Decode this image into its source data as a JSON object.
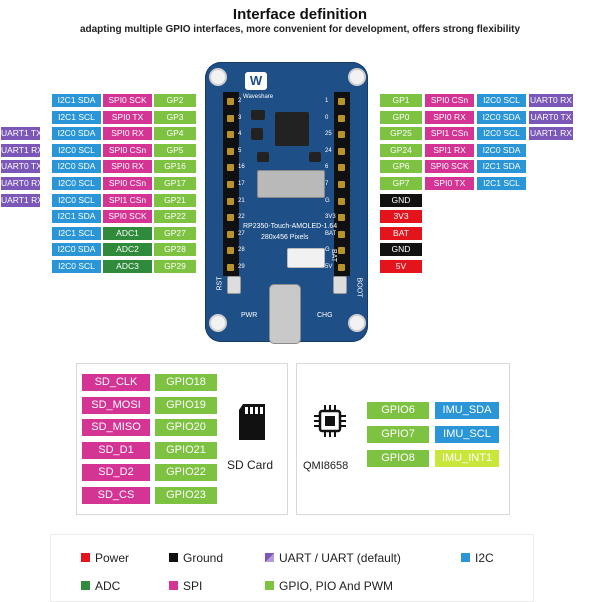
{
  "header": {
    "title": "Interface definition",
    "subtitle": "adapting multiple GPIO interfaces, more convenient for development, offers strong flexibility"
  },
  "colors": {
    "uart": "#7b57b8",
    "i2c": "#2a96d8",
    "spi": "#d43494",
    "gpio": "#7dc241",
    "adc": "#2f8a3c",
    "power": "#e3141c",
    "ground": "#111111",
    "imu_int": "#c9e63a"
  },
  "left_pins": [
    [
      {
        "t": "",
        "c": ""
      },
      {
        "t": "I2C1 SDA",
        "c": "i2c"
      },
      {
        "t": "SPI0 SCK",
        "c": "spi"
      },
      {
        "t": "GP2",
        "c": "gpio"
      }
    ],
    [
      {
        "t": "",
        "c": ""
      },
      {
        "t": "I2C1 SCL",
        "c": "i2c"
      },
      {
        "t": "SPI0 TX",
        "c": "spi"
      },
      {
        "t": "GP3",
        "c": "gpio"
      }
    ],
    [
      {
        "t": "UART1 TX",
        "c": "uart"
      },
      {
        "t": "I2C0 SDA",
        "c": "i2c"
      },
      {
        "t": "SPI0 RX",
        "c": "spi"
      },
      {
        "t": "GP4",
        "c": "gpio"
      }
    ],
    [
      {
        "t": "UART1 RX",
        "c": "uart"
      },
      {
        "t": "I2C0 SCL",
        "c": "i2c"
      },
      {
        "t": "SPI0 CSn",
        "c": "spi"
      },
      {
        "t": "GP5",
        "c": "gpio"
      }
    ],
    [
      {
        "t": "UART0 TX",
        "c": "uart"
      },
      {
        "t": "I2C0 SDA",
        "c": "i2c"
      },
      {
        "t": "SPI0 RX",
        "c": "spi"
      },
      {
        "t": "GP16",
        "c": "gpio"
      }
    ],
    [
      {
        "t": "UART0 RX",
        "c": "uart"
      },
      {
        "t": "I2C0 SCL",
        "c": "i2c"
      },
      {
        "t": "SPI0 CSn",
        "c": "spi"
      },
      {
        "t": "GP17",
        "c": "gpio"
      }
    ],
    [
      {
        "t": "UART1 RX",
        "c": "uart"
      },
      {
        "t": "I2C0 SCL",
        "c": "i2c"
      },
      {
        "t": "SPI1 CSn",
        "c": "spi"
      },
      {
        "t": "GP21",
        "c": "gpio"
      }
    ],
    [
      {
        "t": "",
        "c": ""
      },
      {
        "t": "I2C1 SDA",
        "c": "i2c"
      },
      {
        "t": "SPI0 SCK",
        "c": "spi"
      },
      {
        "t": "GP22",
        "c": "gpio"
      }
    ],
    [
      {
        "t": "",
        "c": ""
      },
      {
        "t": "I2C1 SCL",
        "c": "i2c"
      },
      {
        "t": "ADC1",
        "c": "adc"
      },
      {
        "t": "GP27",
        "c": "gpio"
      }
    ],
    [
      {
        "t": "",
        "c": ""
      },
      {
        "t": "I2C0 SDA",
        "c": "i2c"
      },
      {
        "t": "ADC2",
        "c": "adc"
      },
      {
        "t": "GP28",
        "c": "gpio"
      }
    ],
    [
      {
        "t": "",
        "c": ""
      },
      {
        "t": "I2C0 SCL",
        "c": "i2c"
      },
      {
        "t": "ADC3",
        "c": "adc"
      },
      {
        "t": "GP29",
        "c": "gpio"
      }
    ]
  ],
  "right_pins": [
    [
      {
        "t": "GP1",
        "c": "gpio"
      },
      {
        "t": "SPI0 CSn",
        "c": "spi"
      },
      {
        "t": "I2C0 SCL",
        "c": "i2c"
      },
      {
        "t": "UART0 RX",
        "c": "uart"
      }
    ],
    [
      {
        "t": "GP0",
        "c": "gpio"
      },
      {
        "t": "SPI0 RX",
        "c": "spi"
      },
      {
        "t": "I2C0 SDA",
        "c": "i2c"
      },
      {
        "t": "UART0 TX",
        "c": "uart"
      }
    ],
    [
      {
        "t": "GP25",
        "c": "gpio"
      },
      {
        "t": "SPI1 CSn",
        "c": "spi"
      },
      {
        "t": "I2C0 SCL",
        "c": "i2c"
      },
      {
        "t": "UART1 RX",
        "c": "uart"
      }
    ],
    [
      {
        "t": "GP24",
        "c": "gpio"
      },
      {
        "t": "SPI1 RX",
        "c": "spi"
      },
      {
        "t": "I2C0 SDA",
        "c": "i2c"
      },
      {
        "t": "",
        "c": ""
      }
    ],
    [
      {
        "t": "GP6",
        "c": "gpio"
      },
      {
        "t": "SPI0 SCK",
        "c": "spi"
      },
      {
        "t": "I2C1 SDA",
        "c": "i2c"
      },
      {
        "t": "",
        "c": ""
      }
    ],
    [
      {
        "t": "GP7",
        "c": "gpio"
      },
      {
        "t": "SPI0 TX",
        "c": "spi"
      },
      {
        "t": "I2C1 SCL",
        "c": "i2c"
      },
      {
        "t": "",
        "c": ""
      }
    ],
    [
      {
        "t": "GND",
        "c": "ground"
      }
    ],
    [
      {
        "t": "3V3",
        "c": "power"
      }
    ],
    [
      {
        "t": "BAT",
        "c": "power"
      }
    ],
    [
      {
        "t": "GND",
        "c": "ground"
      }
    ],
    [
      {
        "t": "5V",
        "c": "power"
      }
    ]
  ],
  "board": {
    "logo_text": "Waveshare",
    "model": "RP2350-Touch-AMOLED-1.64",
    "resolution": "280x456 Pixels",
    "rst": "RST",
    "boot": "BOOT",
    "pwr": "PWR",
    "chg": "CHG",
    "bat": "BAT",
    "left_numbers": [
      "2",
      "3",
      "4",
      "5",
      "16",
      "17",
      "21",
      "22",
      "27",
      "28",
      "29"
    ],
    "right_numbers": [
      "1",
      "0",
      "25",
      "24",
      "6",
      "7",
      "G",
      "3V3",
      "BAT",
      "G",
      "5V"
    ]
  },
  "sd": {
    "rows": [
      {
        "name": "SD_CLK",
        "gpio": "GPIO18"
      },
      {
        "name": "SD_MOSI",
        "gpio": "GPIO19"
      },
      {
        "name": "SD_MISO",
        "gpio": "GPIO20"
      },
      {
        "name": "SD_D1",
        "gpio": "GPIO21"
      },
      {
        "name": "SD_D2",
        "gpio": "GPIO22"
      },
      {
        "name": "SD_CS",
        "gpio": "GPIO23"
      }
    ],
    "card_label": "SD Card"
  },
  "imu": {
    "chip_label": "QMI8658",
    "rows": [
      {
        "gpio": "GPIO6",
        "name": "IMU_SDA",
        "c": "i2c"
      },
      {
        "gpio": "GPIO7",
        "name": "IMU_SCL",
        "c": "i2c"
      },
      {
        "gpio": "GPIO8",
        "name": "IMU_INT1",
        "c": "imu_int"
      }
    ]
  },
  "legend": [
    {
      "label": "Power",
      "c": "power"
    },
    {
      "label": "Ground",
      "c": "ground"
    },
    {
      "label": "UART / UART (default)",
      "c": "uart"
    },
    {
      "label": "I2C",
      "c": "i2c"
    },
    {
      "label": "ADC",
      "c": "adc"
    },
    {
      "label": "SPI",
      "c": "spi"
    },
    {
      "label": "GPIO, PIO And PWM",
      "c": "gpio"
    }
  ]
}
